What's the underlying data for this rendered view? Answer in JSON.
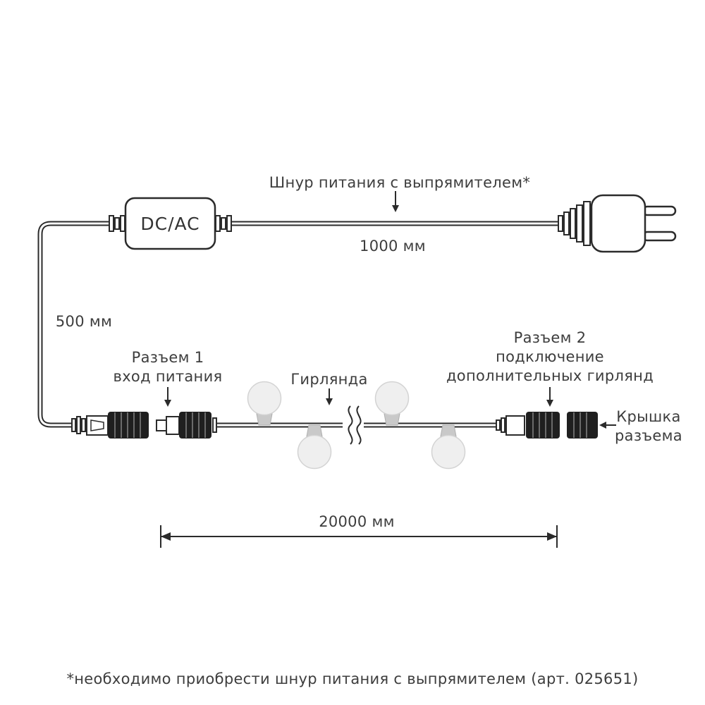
{
  "page": {
    "background": "#ffffff"
  },
  "diagram": {
    "adapter": {
      "label": "DC/AC"
    },
    "power_cord": {
      "label": "Шнур питания с выпрямителем*",
      "length": "1000 мм"
    },
    "drop_cable": {
      "length": "500 мм"
    },
    "connector1": {
      "lines": [
        "Разъем 1",
        "вход питания"
      ]
    },
    "garland": {
      "label": "Гирлянда",
      "length": "20000 мм",
      "visible_bulbs": 4
    },
    "connector2": {
      "lines": [
        "Разъем 2",
        "подключение",
        "дополнительных гирлянд"
      ]
    },
    "cap": {
      "lines": [
        "Крышка",
        "разъема"
      ]
    },
    "footnote": "*необходимо приобрести шнур питания с выпрямителем (арт. 025651)"
  },
  "colors": {
    "line": "#2b2b2b",
    "text": "#3d3d3d",
    "connector_dark": "#1f1f1f",
    "bulb_fill": "#efefef",
    "bulb_stroke": "#d3d3d3",
    "background": "#ffffff"
  }
}
